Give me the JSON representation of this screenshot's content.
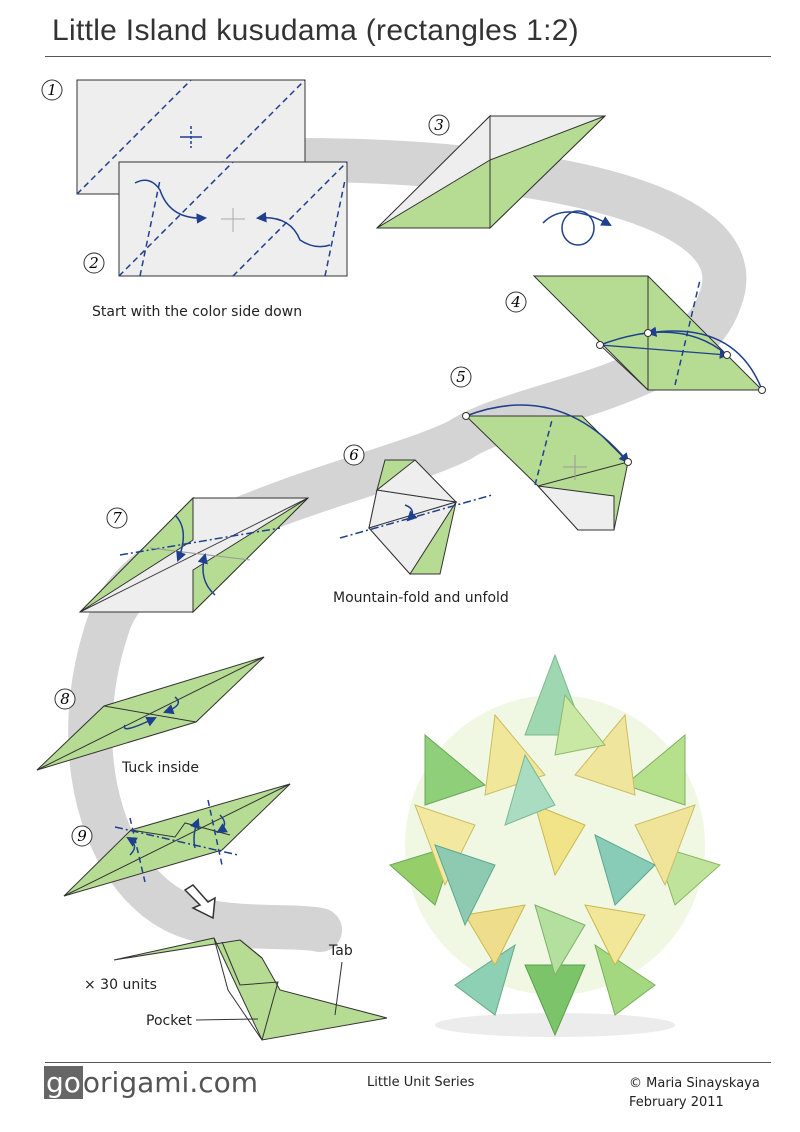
{
  "title": "Little Island kusudama (rectangles 1:2)",
  "steps": [
    "1",
    "2",
    "3",
    "4",
    "5",
    "6",
    "7",
    "8",
    "9"
  ],
  "captions": {
    "start": "Start with the color side down",
    "mountain": "Mountain-fold and unfold",
    "tuck": "Tuck inside",
    "units": "× 30 units",
    "tab": "Tab",
    "pocket": "Pocket"
  },
  "footer": {
    "logo_go": "go",
    "logo_rest": "origami.com",
    "series": "Little Unit Series",
    "copyright": "© Maria Sinayskaya",
    "date": "February 2011"
  },
  "colors": {
    "paper_green": "#b6dc94",
    "paper_white": "#eeeeee",
    "fold_line": "#1f3f8f",
    "path_gray": "#d4d4d4",
    "edge": "#333333"
  }
}
